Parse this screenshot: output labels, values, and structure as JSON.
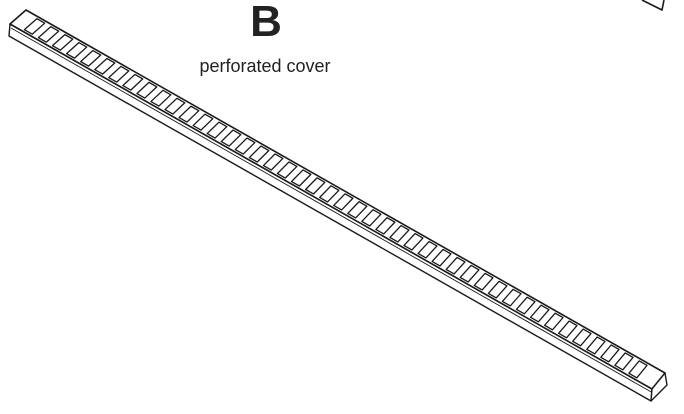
{
  "part": {
    "letter": "B",
    "caption": "perforated cover",
    "slot_count": 44
  },
  "colors": {
    "line": "#1a1a1a",
    "background": "#ffffff"
  }
}
